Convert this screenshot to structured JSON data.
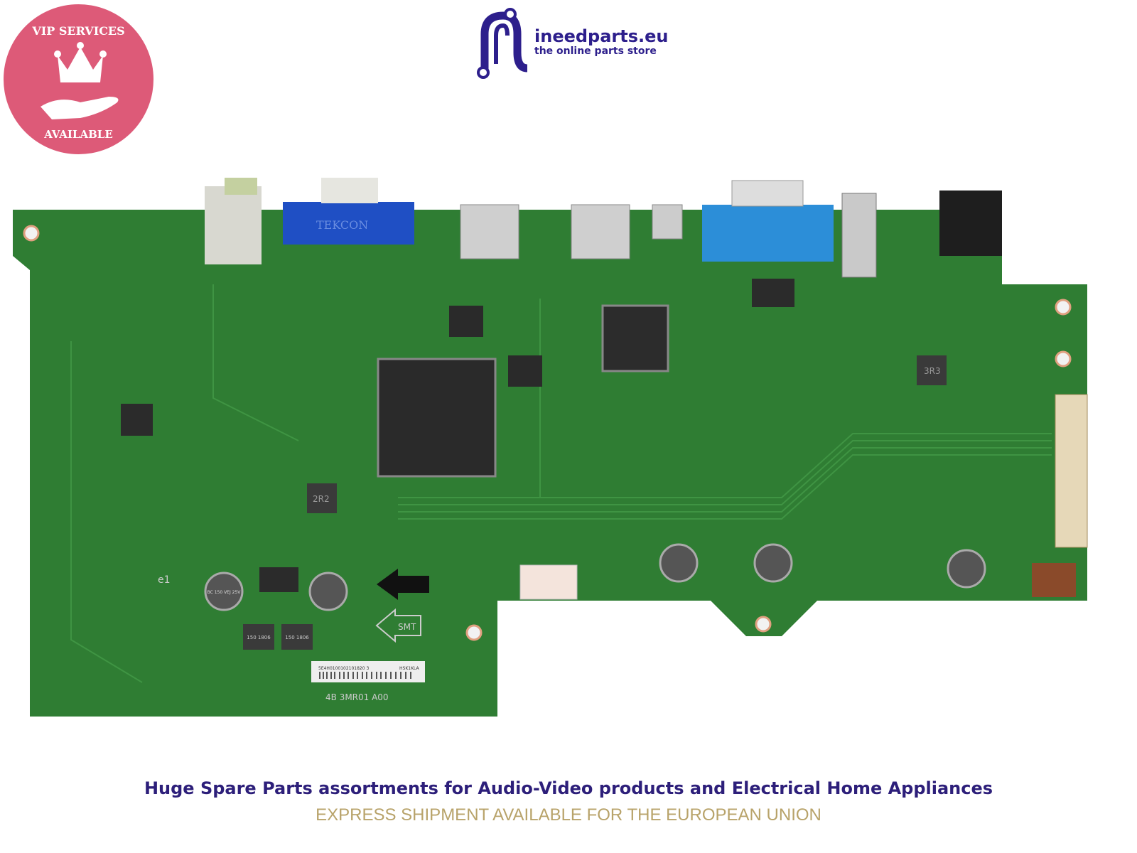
{
  "badge": {
    "top_text": "VIP SERVICES",
    "bottom_text": "AVAILABLE",
    "color": "#dd5a78",
    "icons": [
      "crown-icon",
      "hand-icon"
    ]
  },
  "logo": {
    "name": "ineedparts.eu",
    "slogan": "the online parts store",
    "color": "#2d1f8c"
  },
  "product": {
    "board_markings": {
      "inductor_a": "3R3",
      "inductor_b": "2R2",
      "arrow_label": "SMT",
      "part_number": "4B 3MR01 A00",
      "label_serial": "5E4H0100102101820 3",
      "label_code": "HSK1KLA",
      "connector_brand": "TEKCON",
      "choke_a": "150 1806",
      "choke_b": "150 1806",
      "capacitor": "BC 150 VEJ 25V",
      "e1": "e1"
    },
    "colors": {
      "pcb": "#2f7d33",
      "vga": "#1f4fc4"
    }
  },
  "footer": {
    "tagline": "Huge Spare Parts assortments for Audio-Video products and Electrical Home Appliances",
    "shipping": "EXPRESS SHIPMENT AVAILABLE FOR THE EUROPEAN UNION",
    "tagline_color": "#2d1f7a",
    "shipping_color": "#b8a36a"
  }
}
